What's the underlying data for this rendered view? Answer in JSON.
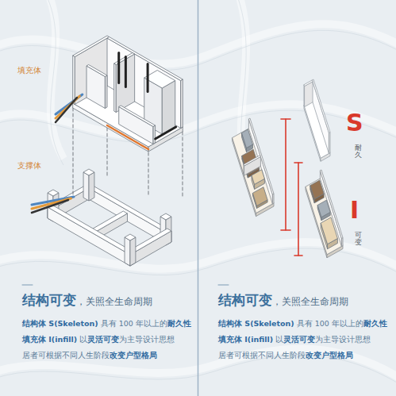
{
  "diagram": {
    "nodes": [
      {
        "text": [
          "结构可变",
          "，关照全生命周期",
          "结构体 S(Skeleton)",
          "具有 100 年以上的",
          "耐久性",
          "填充体 I(infill)",
          "以",
          "灵活可变",
          "为主导设计思想",
          "居者可根据不同人生阶段",
          "改变户型格局"
        ]
      },
      {
        "text": [
          "结构可变",
          "，关照全生命周期",
          "结构体 S(Skeleton)",
          "具有 100 年以上的",
          "耐久性",
          "填充体 I(infill)",
          "以",
          "灵活可变",
          "为主导设计思想",
          "居者可根据不同人生阶段",
          "改变户型格局"
        ]
      }
    ],
    "labels": [
      "填充体",
      "支撑体",
      "S",
      "耐久",
      "I",
      "可变"
    ]
  }
}
